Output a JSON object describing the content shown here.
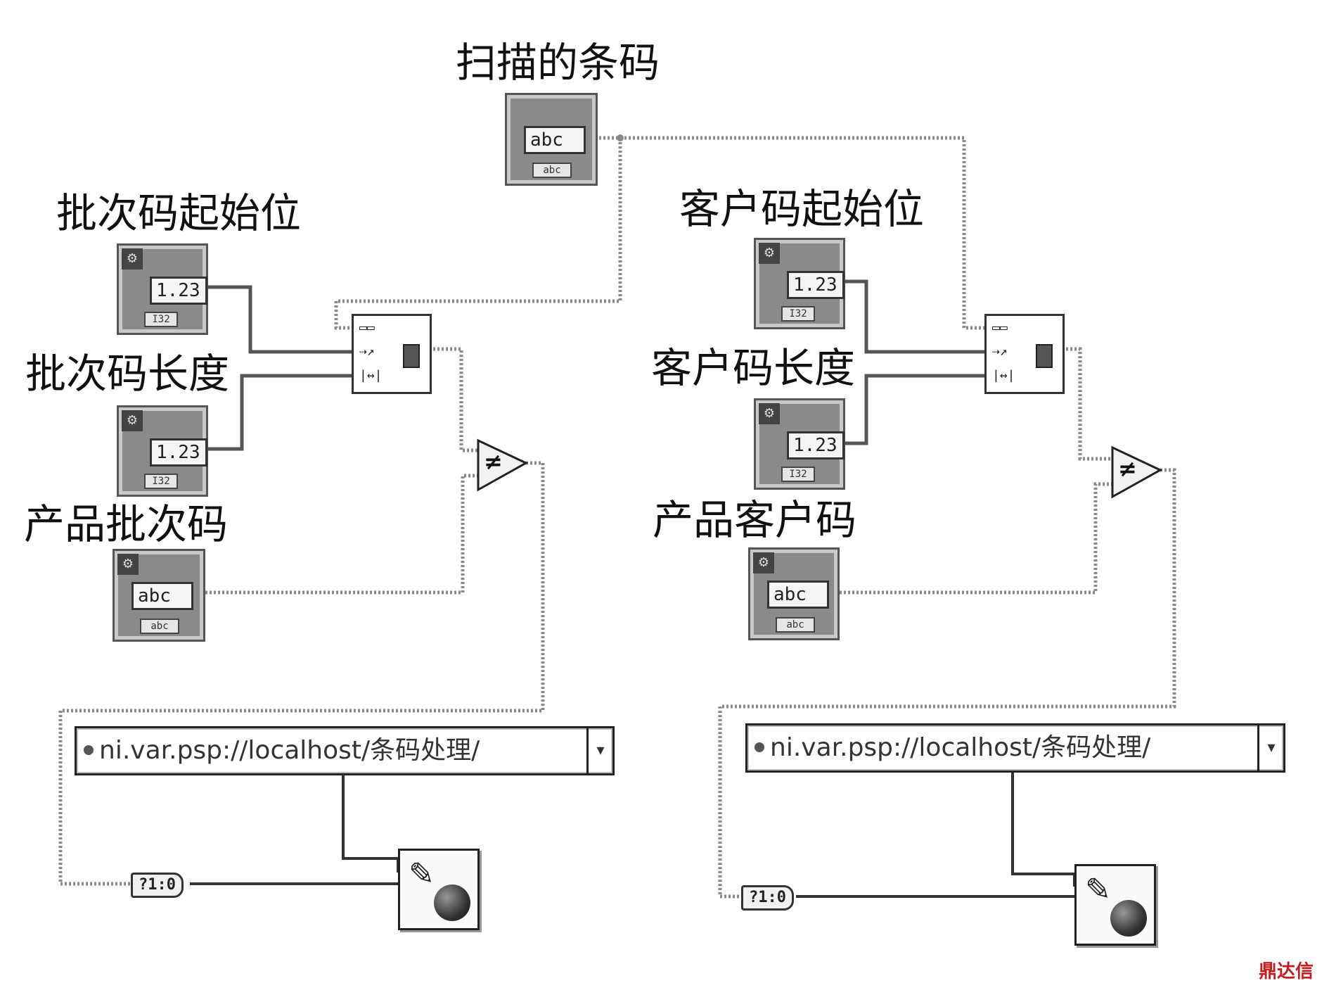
{
  "labels": {
    "scanned_barcode": "扫描的条码",
    "batch_start": "批次码起始位",
    "batch_length": "批次码长度",
    "product_batch": "产品批次码",
    "customer_start": "客户码起始位",
    "customer_length": "客户码长度",
    "product_customer": "产品客户码"
  },
  "terminals": {
    "string_type": "abc",
    "numeric_type": "1.23",
    "numeric_footer": "I32",
    "string_footer": "abc"
  },
  "compare_symbol": "≠",
  "shared_variable_url": "ni.var.psp://localhost/条码处理/",
  "dropdown_glyph": "▾",
  "timeout_constant": "?1:0",
  "watermark": "鼎达信",
  "colors": {
    "wire_numeric": "#555555",
    "wire_string": "#8a8a8a",
    "watermark": "#c61e1e"
  }
}
